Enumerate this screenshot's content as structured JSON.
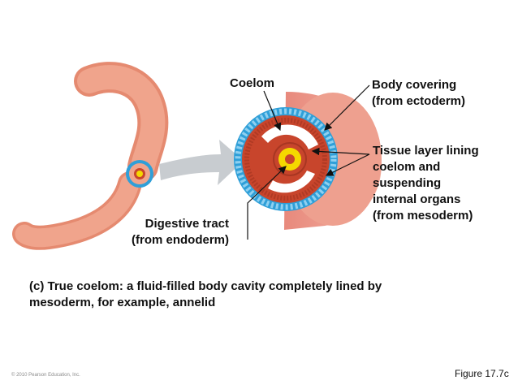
{
  "labels": {
    "coelom": "Coelom",
    "body_covering": "Body covering\n(from ectoderm)",
    "tissue_layer": "Tissue layer lining\ncoelom and\nsuspending\ninternal organs\n(from mesoderm)",
    "digestive_tract": "Digestive tract\n(from endoderm)"
  },
  "caption": "(c) True coelom: a fluid-filled body cavity completely lined by mesoderm, for example, annelid",
  "figure_label": "Figure 17.7c",
  "copyright": "© 2010 Pearson Education, Inc.",
  "colors": {
    "worm": "#f0a48c",
    "worm_shadow": "#e58a70",
    "ectoderm": "#2f9fd8",
    "mesoderm": "#c8452c",
    "endoderm": "#f5d800",
    "coelom": "#ffffff",
    "arrow": "#c8ccd0"
  }
}
